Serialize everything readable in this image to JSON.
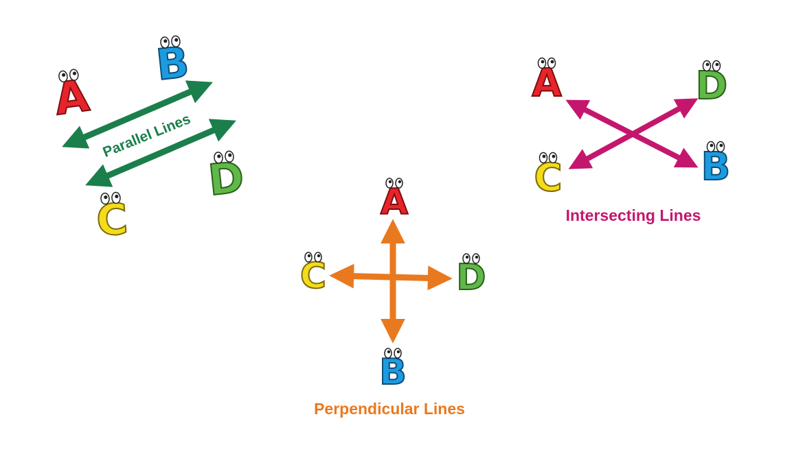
{
  "diagrams": [
    {
      "id": "parallel",
      "label": "Parallel Lines",
      "color": "#1a7f4b",
      "letters": [
        "A",
        "B",
        "C",
        "D"
      ]
    },
    {
      "id": "perpendicular",
      "label": "Perpendicular Lines",
      "color": "#e9791f",
      "letters": [
        "A",
        "B",
        "C",
        "D"
      ]
    },
    {
      "id": "intersecting",
      "label": "Intersecting Lines",
      "color": "#c4166d",
      "letters": [
        "A",
        "B",
        "C",
        "D"
      ]
    }
  ],
  "letter_colors": {
    "A": "#e8242b",
    "B": "#1c9be0",
    "C": "#f4dc1c",
    "D": "#5fb847"
  }
}
